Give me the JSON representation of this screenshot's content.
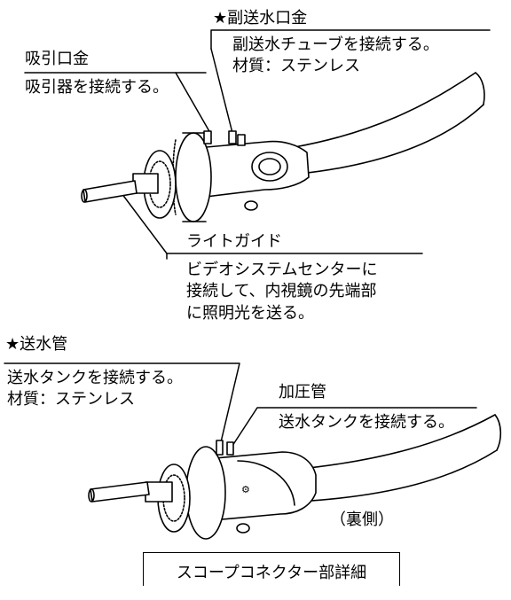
{
  "labels": {
    "fuku_sousui": {
      "title": "★副送水口金",
      "desc1": "副送水チューブを接続する。",
      "desc2": "材質：ステンレス"
    },
    "kyuin": {
      "title": "吸引口金",
      "desc": "吸引器を接続する。"
    },
    "light_guide": {
      "title": "ライトガイド",
      "desc1": "ビデオシステムセンターに",
      "desc2": "接続して、内視鏡の先端部",
      "desc3": "に照明光を送る。"
    },
    "sousui": {
      "title": "★送水管",
      "desc1": "送水タンクを接続する。",
      "desc2": "材質：ステンレス"
    },
    "kaatsu": {
      "title": "加圧管",
      "desc": "送水タンクを接続する。"
    },
    "back_side": "（裏側）"
  },
  "caption": "スコープコネクター部詳細",
  "colors": {
    "ink": "#000000",
    "paper": "#ffffff"
  }
}
